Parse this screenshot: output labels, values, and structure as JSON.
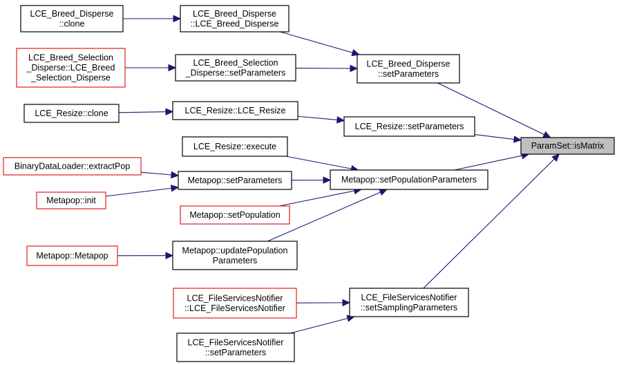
{
  "nodes": {
    "breed_clone": {
      "lines": [
        "LCE_Breed_Disperse",
        "::clone"
      ],
      "style": "black"
    },
    "breed_ctor": {
      "lines": [
        "LCE_Breed_Disperse",
        "::LCE_Breed_Disperse"
      ],
      "style": "black"
    },
    "bsel_ctor": {
      "lines": [
        "LCE_Breed_Selection",
        "_Disperse::LCE_Breed",
        "_Selection_Disperse"
      ],
      "style": "red"
    },
    "bsel_setparams": {
      "lines": [
        "LCE_Breed_Selection",
        "_Disperse::setParameters"
      ],
      "style": "black"
    },
    "breed_setparams": {
      "lines": [
        "LCE_Breed_Disperse",
        "::setParameters"
      ],
      "style": "black"
    },
    "resize_clone": {
      "lines": [
        "LCE_Resize::clone"
      ],
      "style": "black"
    },
    "resize_ctor": {
      "lines": [
        "LCE_Resize::LCE_Resize"
      ],
      "style": "black"
    },
    "resize_setparams": {
      "lines": [
        "LCE_Resize::setParameters"
      ],
      "style": "black"
    },
    "resize_execute": {
      "lines": [
        "LCE_Resize::execute"
      ],
      "style": "black"
    },
    "bdl_extract": {
      "lines": [
        "BinaryDataLoader::extractPop"
      ],
      "style": "red"
    },
    "mp_setparams": {
      "lines": [
        "Metapop::setParameters"
      ],
      "style": "black"
    },
    "mp_setpopparams": {
      "lines": [
        "Metapop::setPopulationParameters"
      ],
      "style": "black"
    },
    "mp_init": {
      "lines": [
        "Metapop::init"
      ],
      "style": "red"
    },
    "mp_setpop": {
      "lines": [
        "Metapop::setPopulation"
      ],
      "style": "red"
    },
    "mp_ctor": {
      "lines": [
        "Metapop::Metapop"
      ],
      "style": "red"
    },
    "mp_updatepop": {
      "lines": [
        "Metapop::updatePopulation",
        "Parameters"
      ],
      "style": "black"
    },
    "fsn_ctor": {
      "lines": [
        "LCE_FileServicesNotifier",
        "::LCE_FileServicesNotifier"
      ],
      "style": "red"
    },
    "fsn_setsampling": {
      "lines": [
        "LCE_FileServicesNotifier",
        "::setSamplingParameters"
      ],
      "style": "black"
    },
    "fsn_setparams": {
      "lines": [
        "LCE_FileServicesNotifier",
        "::setParameters"
      ],
      "style": "black"
    },
    "ps_ismatrix": {
      "lines": [
        "ParamSet::isMatrix"
      ],
      "style": "focus"
    }
  },
  "edges": [
    [
      "breed_clone",
      "breed_ctor"
    ],
    [
      "breed_ctor",
      "breed_setparams"
    ],
    [
      "bsel_ctor",
      "bsel_setparams"
    ],
    [
      "bsel_setparams",
      "breed_setparams"
    ],
    [
      "breed_setparams",
      "ps_ismatrix"
    ],
    [
      "resize_clone",
      "resize_ctor"
    ],
    [
      "resize_ctor",
      "resize_setparams"
    ],
    [
      "resize_setparams",
      "ps_ismatrix"
    ],
    [
      "resize_execute",
      "mp_setpopparams"
    ],
    [
      "bdl_extract",
      "mp_setparams"
    ],
    [
      "mp_init",
      "mp_setparams"
    ],
    [
      "mp_setparams",
      "mp_setpopparams"
    ],
    [
      "mp_setpop",
      "mp_setpopparams"
    ],
    [
      "mp_updatepop",
      "mp_setpopparams"
    ],
    [
      "mp_ctor",
      "mp_updatepop"
    ],
    [
      "mp_setpopparams",
      "ps_ismatrix"
    ],
    [
      "fsn_ctor",
      "fsn_setsampling"
    ],
    [
      "fsn_setparams",
      "fsn_setsampling"
    ],
    [
      "fsn_setsampling",
      "ps_ismatrix"
    ]
  ]
}
